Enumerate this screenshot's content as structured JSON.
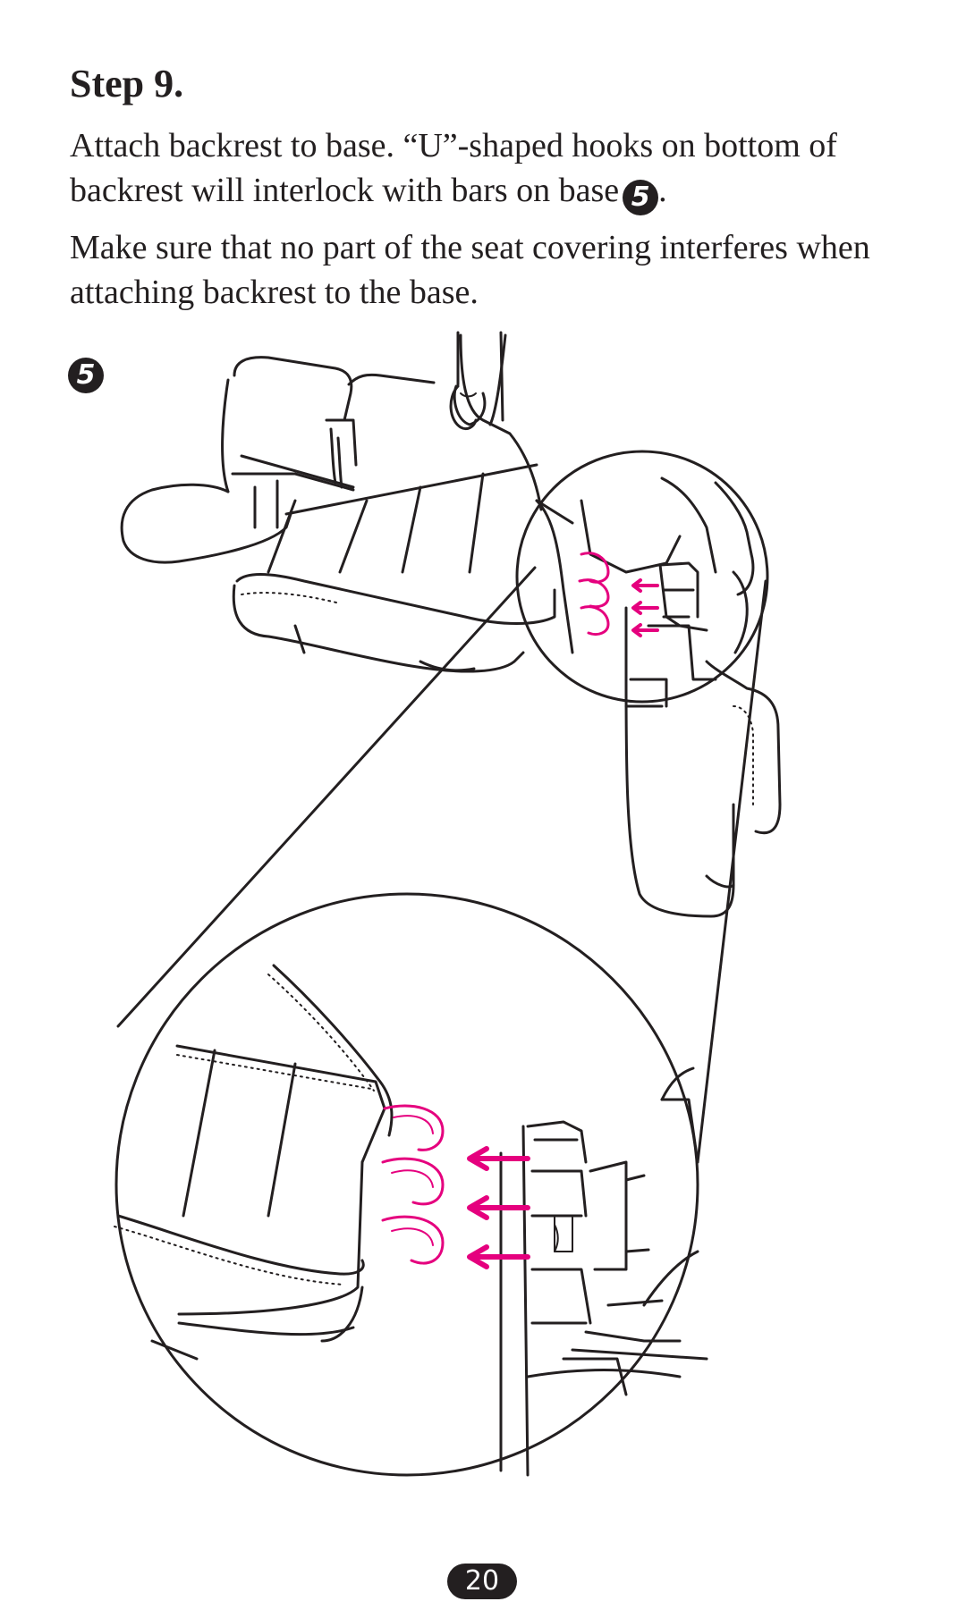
{
  "heading": "Step 9.",
  "paragraph1_text": "Attach backrest to base. “U”-shaped hooks on bottom of backrest will interlock with bars on base",
  "paragraph1_end": ".",
  "paragraph2": "Make sure that no part of the seat covering interferes when attaching backrest to the base.",
  "figure_callout": "5",
  "page_number": "20",
  "colors": {
    "accent_arrows": "#e5007e",
    "line_art": "#231f20"
  }
}
